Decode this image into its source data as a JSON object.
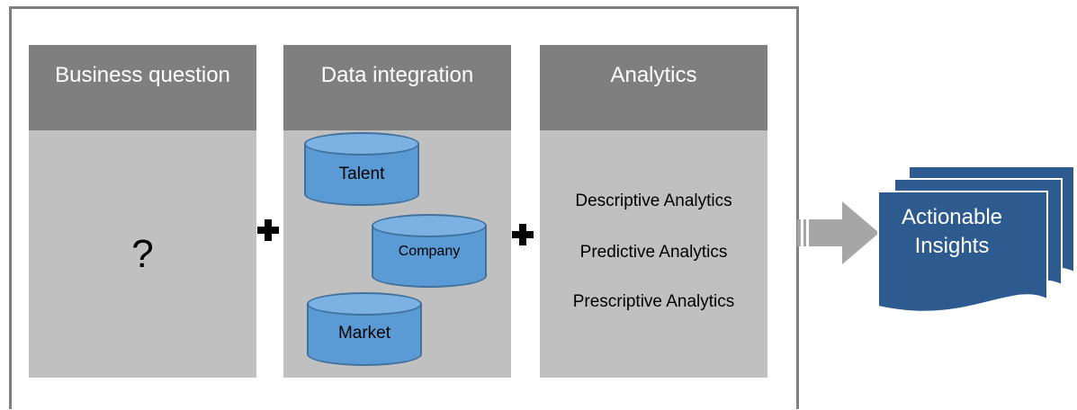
{
  "panels": [
    {
      "title": "Business question"
    },
    {
      "title": "Data integration"
    },
    {
      "title": "Analytics"
    }
  ],
  "business_question": {
    "symbol": "?"
  },
  "data_sources": [
    {
      "label": "Talent"
    },
    {
      "label": "Company"
    },
    {
      "label": "Market"
    }
  ],
  "analytics_items": [
    "Descriptive Analytics",
    "Predictive Analytics",
    "Prescriptive Analytics"
  ],
  "output": {
    "line1": "Actionable",
    "line2": "Insights"
  },
  "colors": {
    "header_gray": "#7f7f7f",
    "panel_gray": "#c0c0c0",
    "cylinder_blue": "#5b9bd5",
    "document_blue": "#2e5b8f",
    "arrow_gray": "#a6a6a6"
  }
}
